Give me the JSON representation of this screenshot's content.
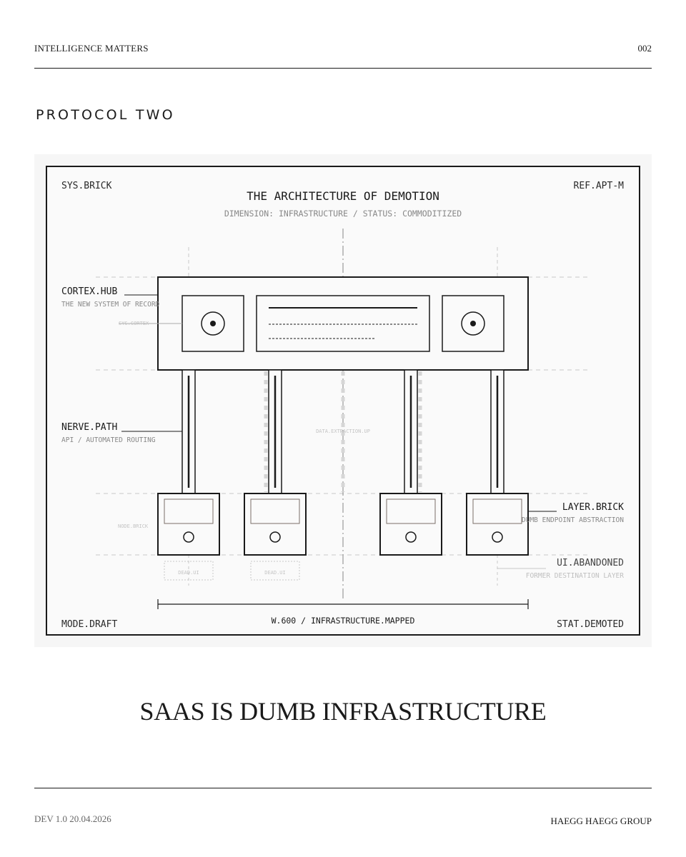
{
  "header": {
    "title": "INTELLIGENCE MATTERS",
    "page_number": "002"
  },
  "section_title": "PROTOCOL TWO",
  "diagram": {
    "corner_top_left": "SYS.BRICK",
    "corner_top_right": "REF.APT-M",
    "corner_bottom_left": "MODE.DRAFT",
    "corner_bottom_right": "STAT.DEMOTED",
    "title": "THE ARCHITECTURE OF DEMOTION",
    "subtitle": "DIMENSION: INFRASTRUCTURE / STATUS: COMMODITIZED",
    "hub_label": "CORTEX.HUB",
    "hub_sublabel": "THE NEW SYSTEM OF RECORD",
    "hub_faint": "SYS.CORTEX",
    "path_label": "NERVE.PATH",
    "path_sublabel": "API / AUTOMATED ROUTING",
    "data_faint": "DATA.EXTRACTION.UP",
    "node_faint": "NODE.BRICK",
    "brick_label": "LAYER.BRICK",
    "brick_sublabel": "DUMB ENDPOINT ABSTRACTION",
    "ui_label": "UI.ABANDONED",
    "ui_sublabel": "FORMER DESTINATION LAYER",
    "dead_ui_1": "DEAD.UI",
    "dead_ui_2": "DEAD.UI",
    "dimension_label": "W.600 / INFRASTRUCTURE.MAPPED"
  },
  "headline": "SAAS IS DUMB INFRASTRUCTURE",
  "footer": {
    "version": "DEV 1.0 20.04.2026",
    "company": "HAEGG HAEGG GROUP"
  }
}
